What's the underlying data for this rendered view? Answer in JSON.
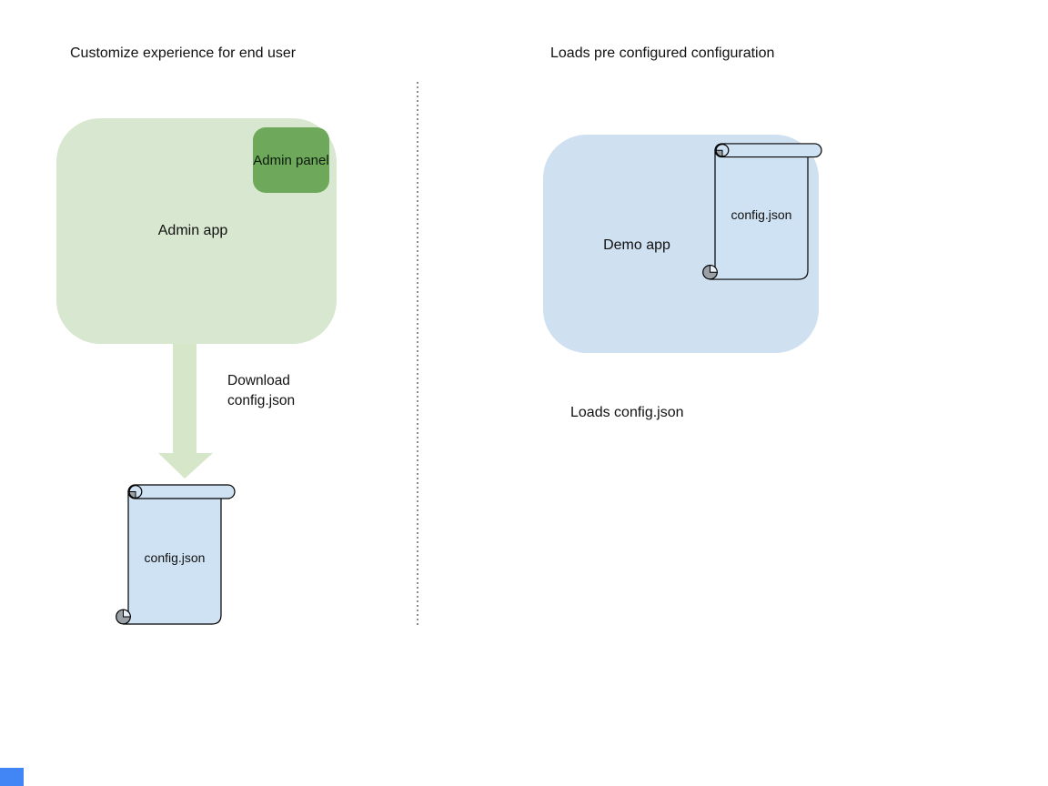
{
  "diagram": {
    "background": "#ffffff",
    "divider_color": "#8c8c8c",
    "left": {
      "title": "Customize experience for end user",
      "admin_app_label": "Admin app",
      "admin_app_fill": "#d8e8d0",
      "admin_panel_label": "Admin panel",
      "admin_panel_fill": "#6ea85a",
      "arrow_fill": "#d5e7c8",
      "download_label": "Download\nconfig.json",
      "config_file_label": "config.json",
      "config_file_fill": "#cfe2f3"
    },
    "right": {
      "title": "Loads pre configured configuration",
      "demo_app_label": "Demo app",
      "demo_app_fill": "#cfe0f1",
      "config_file_label": "config.json",
      "config_file_fill": "#cfe2f3",
      "caption": "Loads config.json"
    },
    "corner_marker_color": "#4285f4"
  }
}
